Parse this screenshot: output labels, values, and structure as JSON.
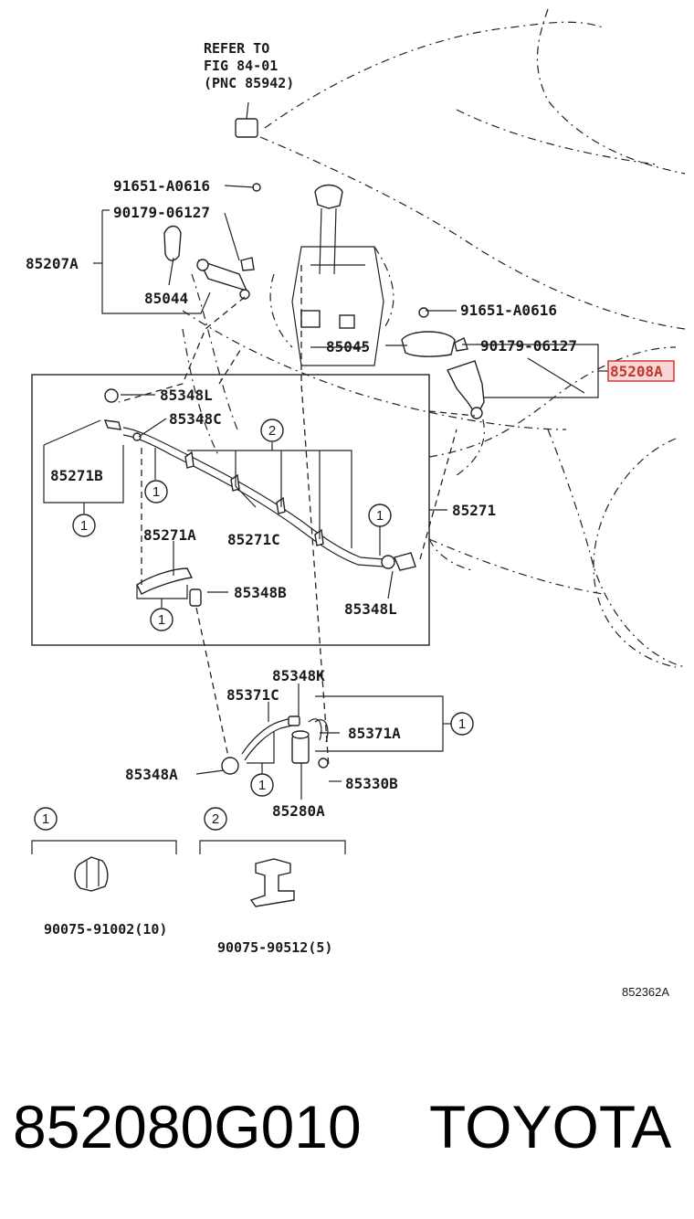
{
  "refer": {
    "line1": "REFER TO",
    "line2": "FIG 84-01",
    "line3": "(PNC 85942)"
  },
  "parts": {
    "p_91651_a": "91651-A0616",
    "p_90179_a": "90179-06127",
    "p_85207a": "85207A",
    "p_85044": "85044",
    "p_91651_b": "91651-A0616",
    "p_85045": "85045",
    "p_90179_b": "90179-06127",
    "p_85208a": "85208A",
    "p_85348l_top": "85348L",
    "p_85348c": "85348C",
    "p_85271b": "85271B",
    "p_85271": "85271",
    "p_85271a": "85271A",
    "p_85271c": "85271C",
    "p_85348b": "85348B",
    "p_85348l_bot": "85348L",
    "p_85348k": "85348K",
    "p_85371c": "85371C",
    "p_85371a": "85371A",
    "p_85348a": "85348A",
    "p_85330b": "85330B",
    "p_85280a": "85280A"
  },
  "legend": {
    "one": "1",
    "two": "2",
    "clip1_part": "90075-91002(10)",
    "clip2_part": "90075-90512(5)"
  },
  "callouts": {
    "one": "1",
    "two": "2"
  },
  "diagram_ref": "852362A",
  "footer": {
    "part_number": "852080G010",
    "brand": "TOYOTA"
  },
  "colors": {
    "highlight_fill": "#f6d6d6",
    "highlight_stroke": "#d23a3a",
    "ink": "#1a1a1a"
  }
}
